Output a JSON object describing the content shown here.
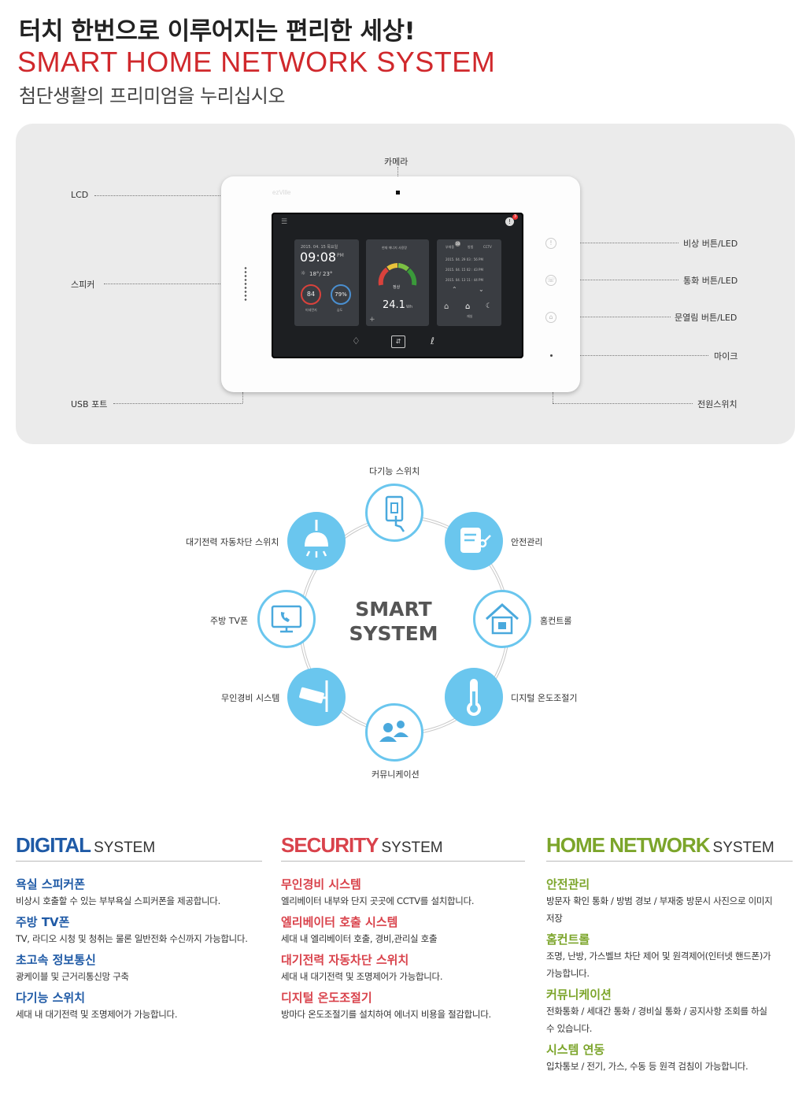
{
  "header": {
    "headline": "터치 한번으로 이루어지는 편리한 세상!",
    "title": "SMART HOME NETWORK SYSTEM",
    "subtitle": "첨단생활의 프리미엄을 누리십시오"
  },
  "device": {
    "brand": "ezVille",
    "labels": {
      "camera": "카메라",
      "lcd": "LCD",
      "speaker": "스피커",
      "usb": "USB 포트",
      "emergency": "비상 버튼/LED",
      "call": "통화 버튼/LED",
      "door": "문열림 버튼/LED",
      "mic": "마이크",
      "power": "전원스위치"
    },
    "screen": {
      "date": "2015. 04. 15  목요일",
      "time": "09:08",
      "ampm": "PM",
      "temp": "18°/ 23°",
      "gauge1": "84",
      "gauge2": "79%",
      "gauge1_label": "미세먼지",
      "gauge2_label": "습도",
      "energy_title": "현재 에너지 사용량",
      "energy_status": "정상",
      "energy_value": "24.1",
      "energy_unit": "Wh",
      "plus": "+",
      "tabs": [
        "부재중",
        "방범",
        "CCTV"
      ],
      "tab_badge": "10",
      "logs": [
        "2015. 04. 29  03 : 56 PM",
        "2015. 04. 15  02 : 43 PM",
        "2015. 04. 13  11 : 44 PM"
      ],
      "mode_label": "재실",
      "alert_badge": "3"
    }
  },
  "diagram": {
    "center_line1": "SMART",
    "center_line2": "SYSTEM",
    "nodes": {
      "top": "다기능 스위치",
      "top_right": "안전관리",
      "right": "홈컨트롤",
      "bottom_right": "디지털 온도조절기",
      "bottom": "커뮤니케이션",
      "bottom_left": "무인경비 시스템",
      "left": "주방 TV폰",
      "top_left": "대기전력 자동차단 스위치"
    }
  },
  "columns": {
    "digital": {
      "title": "DIGITAL",
      "suffix": "SYSTEM",
      "color": "#1f5aa6",
      "items": [
        {
          "title": "욕실 스피커폰",
          "desc": "비상시 호출할 수 있는 부부욕실 스피커폰을 제공합니다."
        },
        {
          "title": "주방 TV폰",
          "desc": "TV, 라디오 시청 및 청취는 물론 일반전화 수신까지 가능합니다."
        },
        {
          "title": "초고속 정보통신",
          "desc": "광케이블 및 근거리통신망 구축"
        },
        {
          "title": "다기능 스위치",
          "desc": "세대 내 대기전력 및 조명제어가 가능합니다."
        }
      ]
    },
    "security": {
      "title": "SECURITY",
      "suffix": "SYSTEM",
      "color": "#d9424b",
      "items": [
        {
          "title": "무인경비 시스템",
          "desc": "엘리베이터 내부와 단지 곳곳에 CCTV를 설치합니다."
        },
        {
          "title": "엘리베이터 호출 시스템",
          "desc": "세대 내 엘리베이터 호출, 경비,관리실 호출"
        },
        {
          "title": "대기전력 자동차단 스위치",
          "desc": "세대 내 대기전력 및 조명제어가 가능합니다."
        },
        {
          "title": "디지털 온도조절기",
          "desc": "방마다 온도조절기를 설치하여 에너지 비용을 절감합니다."
        }
      ]
    },
    "home": {
      "title": "HOME NETWORK",
      "suffix": "SYSTEM",
      "color": "#7ca52b",
      "items": [
        {
          "title": "안전관리",
          "desc1": "방문자 확인 통화 / 방범 경보 / 부재중 방문시 사진으로 이미지",
          "desc2": "저장"
        },
        {
          "title": "홈컨트롤",
          "desc1": "조명, 난방, 가스벨브 차단 제어 및 원격제어(인터넷 핸드폰)가",
          "desc2": "가능합니다."
        },
        {
          "title": "커뮤니케이션",
          "desc1": "전화통화 / 세대간 통화 / 경비실 통화 / 공지사항 조회를 하실",
          "desc2": "수 있습니다."
        },
        {
          "title": "시스템 연동",
          "desc1": "입차통보 / 전기, 가스,  수동 등 원격 검침이 가능합니다."
        }
      ]
    }
  }
}
